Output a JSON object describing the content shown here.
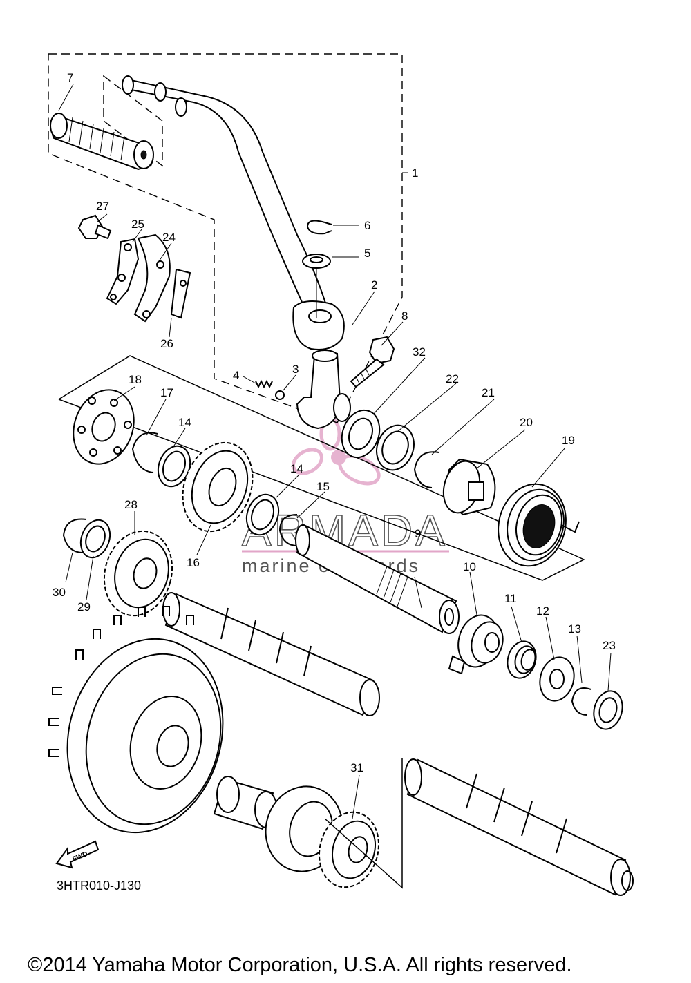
{
  "diagram": {
    "reference_code": "3HTR010-J130",
    "copyright": "©2014 Yamaha Motor Corporation, U.S.A. All rights reserved.",
    "fwd_label": "FWD",
    "watermark": {
      "brand": "ARMADA",
      "tagline": "marine outboards",
      "accent_color": "#e2a6c8"
    },
    "callouts": [
      {
        "id": "c1",
        "text": "1"
      },
      {
        "id": "c2",
        "text": "2"
      },
      {
        "id": "c3",
        "text": "3"
      },
      {
        "id": "c4",
        "text": "4"
      },
      {
        "id": "c5",
        "text": "5"
      },
      {
        "id": "c6",
        "text": "6"
      },
      {
        "id": "c7",
        "text": "7"
      },
      {
        "id": "c8",
        "text": "8"
      },
      {
        "id": "c9",
        "text": "9"
      },
      {
        "id": "c10",
        "text": "10"
      },
      {
        "id": "c11",
        "text": "11"
      },
      {
        "id": "c12",
        "text": "12"
      },
      {
        "id": "c13",
        "text": "13"
      },
      {
        "id": "c14a",
        "text": "14"
      },
      {
        "id": "c14b",
        "text": "14"
      },
      {
        "id": "c15",
        "text": "15"
      },
      {
        "id": "c16",
        "text": "16"
      },
      {
        "id": "c17",
        "text": "17"
      },
      {
        "id": "c18",
        "text": "18"
      },
      {
        "id": "c19",
        "text": "19"
      },
      {
        "id": "c20",
        "text": "20"
      },
      {
        "id": "c21",
        "text": "21"
      },
      {
        "id": "c22",
        "text": "22"
      },
      {
        "id": "c23",
        "text": "23"
      },
      {
        "id": "c24",
        "text": "24"
      },
      {
        "id": "c25",
        "text": "25"
      },
      {
        "id": "c26",
        "text": "26"
      },
      {
        "id": "c27",
        "text": "27"
      },
      {
        "id": "c28",
        "text": "28"
      },
      {
        "id": "c29",
        "text": "29"
      },
      {
        "id": "c30",
        "text": "30"
      },
      {
        "id": "c31",
        "text": "31"
      },
      {
        "id": "c32",
        "text": "32"
      }
    ]
  }
}
